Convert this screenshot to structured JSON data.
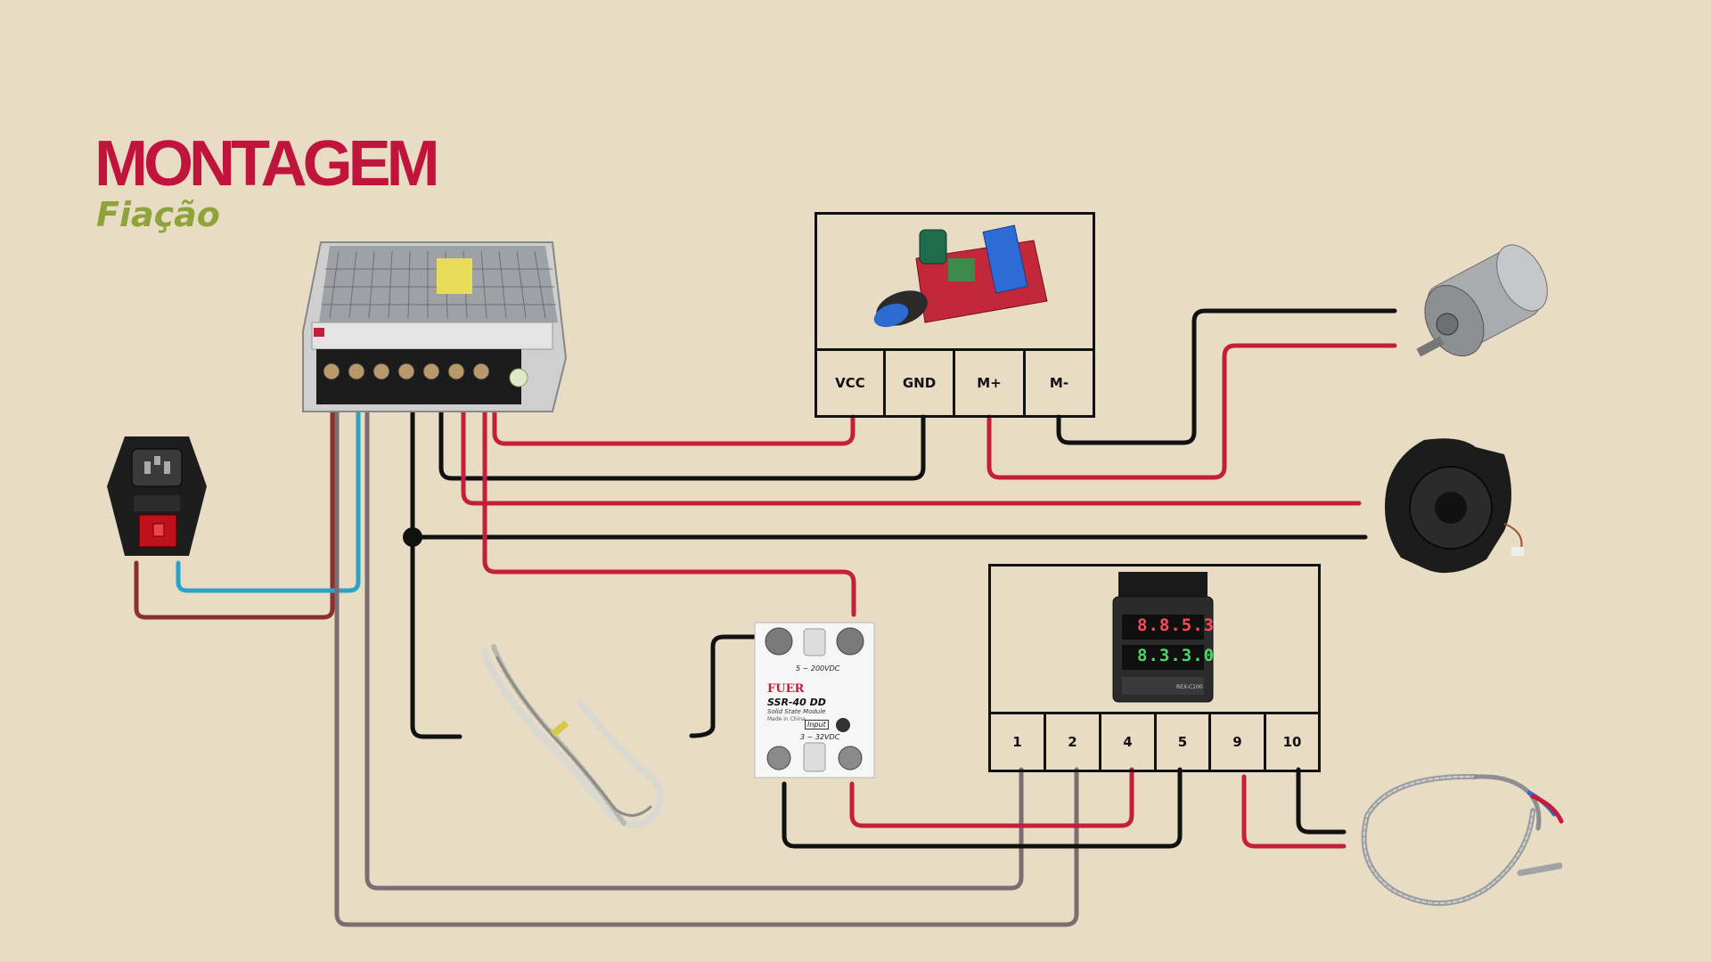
{
  "header": {
    "title": "MONTAGEM",
    "subtitle": "Fiação"
  },
  "colors": {
    "background": "#e8dcc4",
    "title": "#c0143c",
    "subtitle": "#8ea33a",
    "wire_red": "#c41e3a",
    "wire_black": "#111111",
    "wire_gray": "#7a6e72",
    "wire_blue": "#2aa3c8",
    "wire_maroon": "#8b3030"
  },
  "pwm_module": {
    "terminals": [
      "VCC",
      "GND",
      "M+",
      "M-"
    ]
  },
  "temp_controller": {
    "terminals": [
      "1",
      "2",
      "4",
      "5",
      "9",
      "10"
    ],
    "display_pv": "8.8.5.3",
    "display_sv": "8.3.3.0",
    "model": "REX-C100"
  },
  "ssr": {
    "brand": "FUER",
    "model": "SSR-40 DD",
    "description": "Solid State Module",
    "origin": "Made in China",
    "load_range": "5 ~ 200VDC",
    "input_label": "Input",
    "input_range": "3 ~ 32VDC"
  },
  "components": [
    "power-supply",
    "iec-inlet-switch",
    "pwm-motor-controller",
    "dc-gear-motor",
    "blower-fan",
    "heater-wire",
    "solid-state-relay",
    "rex-c100-controller",
    "thermocouple-probe"
  ]
}
